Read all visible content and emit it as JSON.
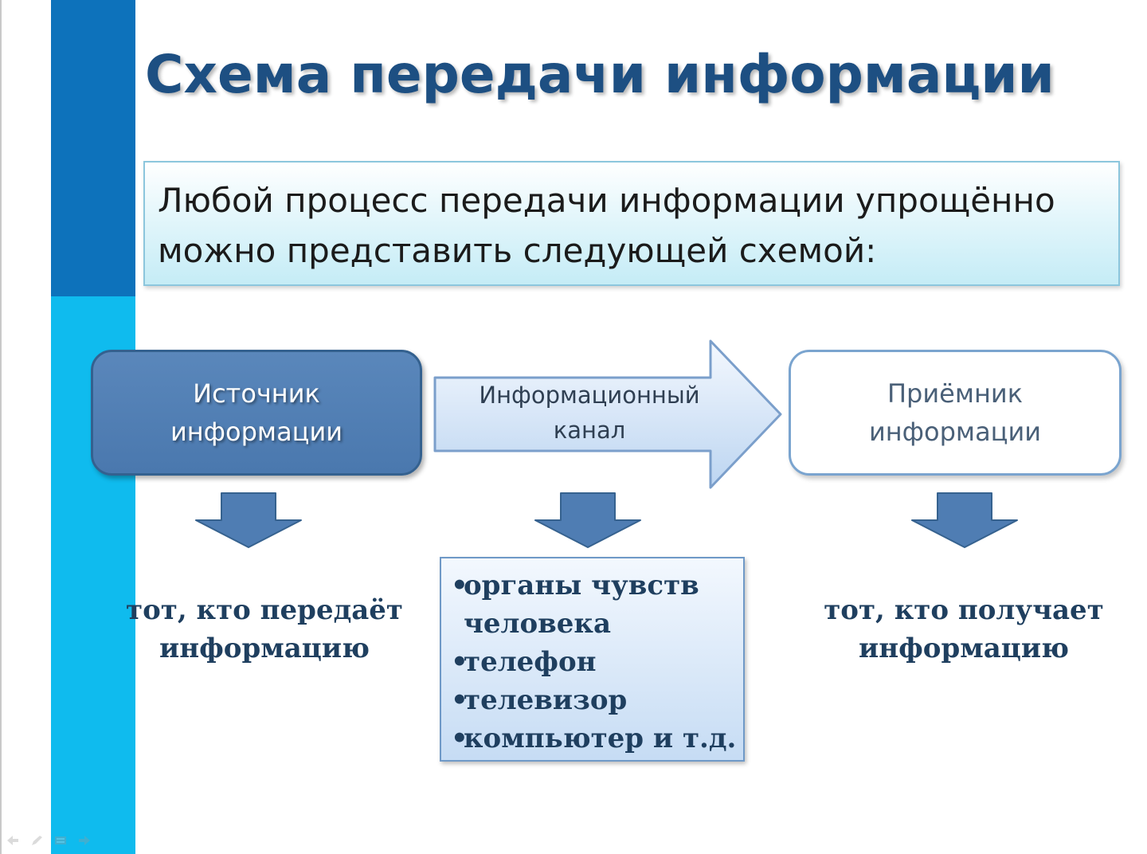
{
  "title": "Схема передачи информации",
  "intro": {
    "line1": "Любой процесс передачи информации упрощённо",
    "line2": "можно представить следующей схемой:"
  },
  "diagram": {
    "source": {
      "line1": "Источник",
      "line2": "информации",
      "description_line1": "тот, кто передаёт",
      "description_line2": "информацию"
    },
    "channel": {
      "line1": "Информационный",
      "line2": "канал",
      "examples": [
        {
          "bullet": "•",
          "text": "органы чувств"
        },
        {
          "bullet": "",
          "text": "человека"
        },
        {
          "bullet": "•",
          "text": "телефон"
        },
        {
          "bullet": "•",
          "text": "телевизор"
        },
        {
          "bullet": "•",
          "text": "компьютер и т.д."
        }
      ]
    },
    "receiver": {
      "line1": "Приёмник",
      "line2": "информации",
      "description_line1": "тот, кто получает",
      "description_line2": "информацию"
    }
  },
  "colors": {
    "title": "#1d4f82",
    "sidebar_dark": "#0d72bb",
    "sidebar_light": "#0fbbee",
    "source_fill": "#4f7db3",
    "down_arrow_fill": "#4f7db3",
    "channel_arrow_fill": "#c6dcf4"
  },
  "icons": {
    "nav": [
      "back-icon",
      "pen-icon",
      "slides-icon",
      "forward-icon"
    ]
  }
}
